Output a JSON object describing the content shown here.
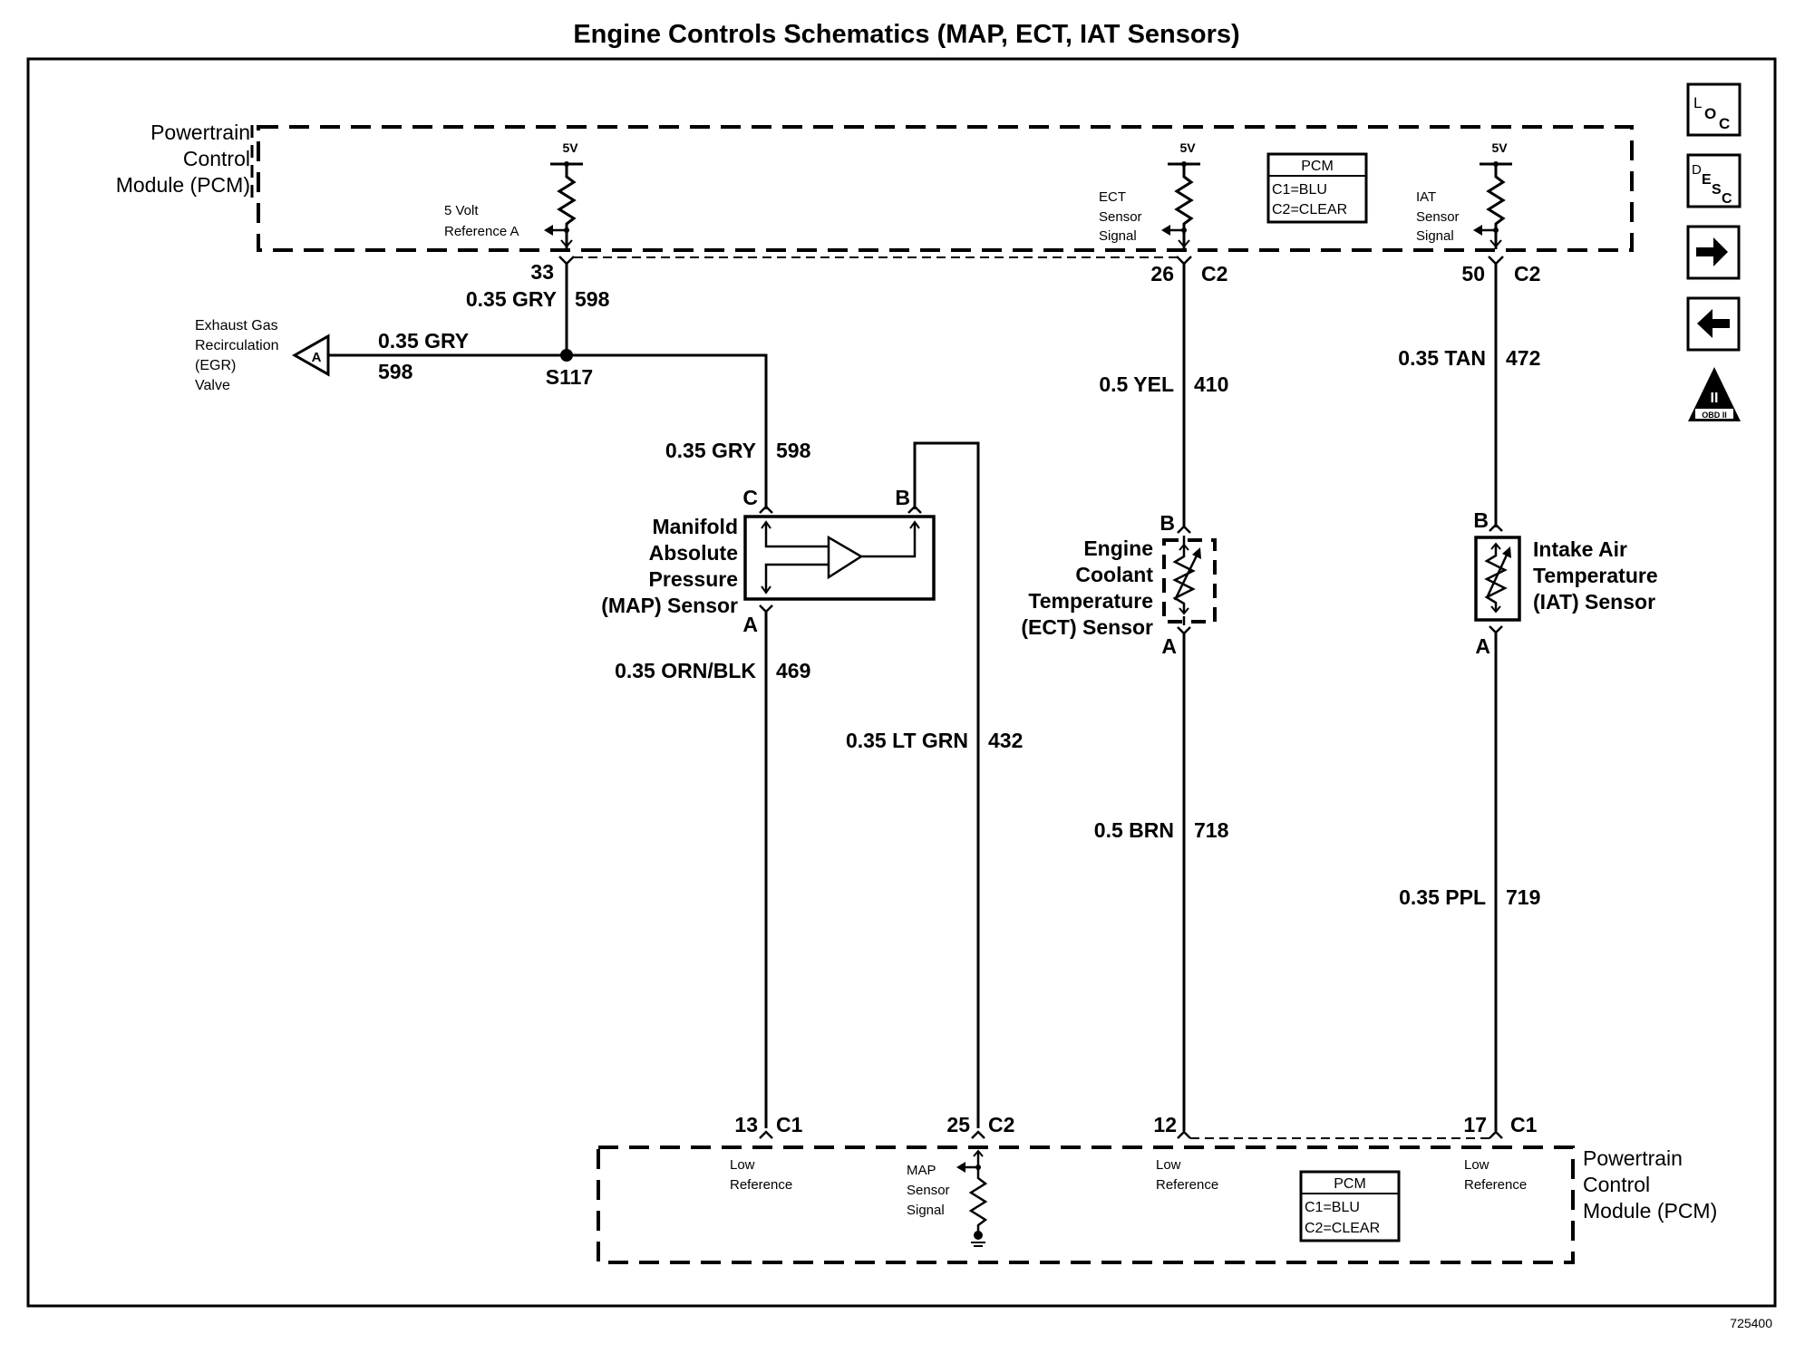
{
  "title": "Engine Controls Schematics (MAP, ECT, IAT Sensors)",
  "figure_id": "725400",
  "nav_icons": [
    {
      "name": "loc-icon",
      "label_parts": [
        "L",
        "O",
        "C"
      ]
    },
    {
      "name": "desc-icon",
      "label_parts": [
        "D",
        "E",
        "S",
        "C"
      ]
    },
    {
      "name": "next-arrow-icon",
      "glyph": "→"
    },
    {
      "name": "prev-arrow-icon",
      "glyph": "←"
    },
    {
      "name": "obd-ii-icon",
      "roman": "II",
      "caption": "OBD II"
    }
  ],
  "pcm_top": {
    "label_lines": [
      "Powertrain",
      "Control",
      "Module (PCM)"
    ],
    "voltage": "5V",
    "map_ref": {
      "lines": [
        "5 Volt",
        "Reference A"
      ],
      "pin": "33"
    },
    "ect_signal": {
      "lines": [
        "ECT",
        "Sensor",
        "Signal"
      ],
      "pin": "26",
      "connector": "C2"
    },
    "iat_signal": {
      "lines": [
        "IAT",
        "Sensor",
        "Signal"
      ],
      "pin": "50",
      "connector": "C2"
    },
    "legend": {
      "header": "PCM",
      "rows": [
        "C1=BLU",
        "C2=CLEAR"
      ]
    }
  },
  "pcm_bottom": {
    "label_lines": [
      "Powertrain",
      "Control",
      "Module (PCM)"
    ],
    "map_low_ref": {
      "lines": [
        "Low",
        "Reference"
      ],
      "pin": "13",
      "connector": "C1"
    },
    "map_signal": {
      "lines": [
        "MAP",
        "Sensor",
        "Signal"
      ],
      "pin": "25",
      "connector": "C2"
    },
    "ect_low_ref": {
      "lines": [
        "Low",
        "Reference"
      ],
      "pin": "12"
    },
    "iat_low_ref": {
      "lines": [
        "Low",
        "Reference"
      ],
      "pin": "17",
      "connector": "C1"
    },
    "legend": {
      "header": "PCM",
      "rows": [
        "C1=BLU",
        "C2=CLEAR"
      ]
    }
  },
  "egr": {
    "lines": [
      "Exhaust Gas",
      "Recirculation",
      "(EGR)",
      "Valve"
    ],
    "connector": "A",
    "wire_gauge_color": "0.35 GRY",
    "circuit": "598"
  },
  "splice": "S117",
  "wires": {
    "ref_top": {
      "gauge_color": "0.35 GRY",
      "circuit": "598"
    },
    "ref_to_map": {
      "gauge_color": "0.35 GRY",
      "circuit": "598"
    },
    "map_low": {
      "gauge_color": "0.35 ORN/BLK",
      "circuit": "469"
    },
    "map_signal": {
      "gauge_color": "0.35 LT GRN",
      "circuit": "432"
    },
    "ect_signal": {
      "gauge_color": "0.5 YEL",
      "circuit": "410"
    },
    "ect_low": {
      "gauge_color": "0.5 BRN",
      "circuit": "718"
    },
    "iat_signal": {
      "gauge_color": "0.35 TAN",
      "circuit": "472"
    },
    "iat_low": {
      "gauge_color": "0.35 PPL",
      "circuit": "719"
    }
  },
  "sensors": {
    "map": {
      "lines": [
        "Manifold",
        "Absolute",
        "Pressure",
        "(MAP) Sensor"
      ],
      "pins": [
        "C",
        "B",
        "A"
      ]
    },
    "ect": {
      "lines": [
        "Engine",
        "Coolant",
        "Temperature",
        "(ECT) Sensor"
      ],
      "pins": [
        "B",
        "A"
      ]
    },
    "iat": {
      "lines": [
        "Intake Air",
        "Temperature",
        "(IAT) Sensor"
      ],
      "pins": [
        "B",
        "A"
      ]
    }
  }
}
